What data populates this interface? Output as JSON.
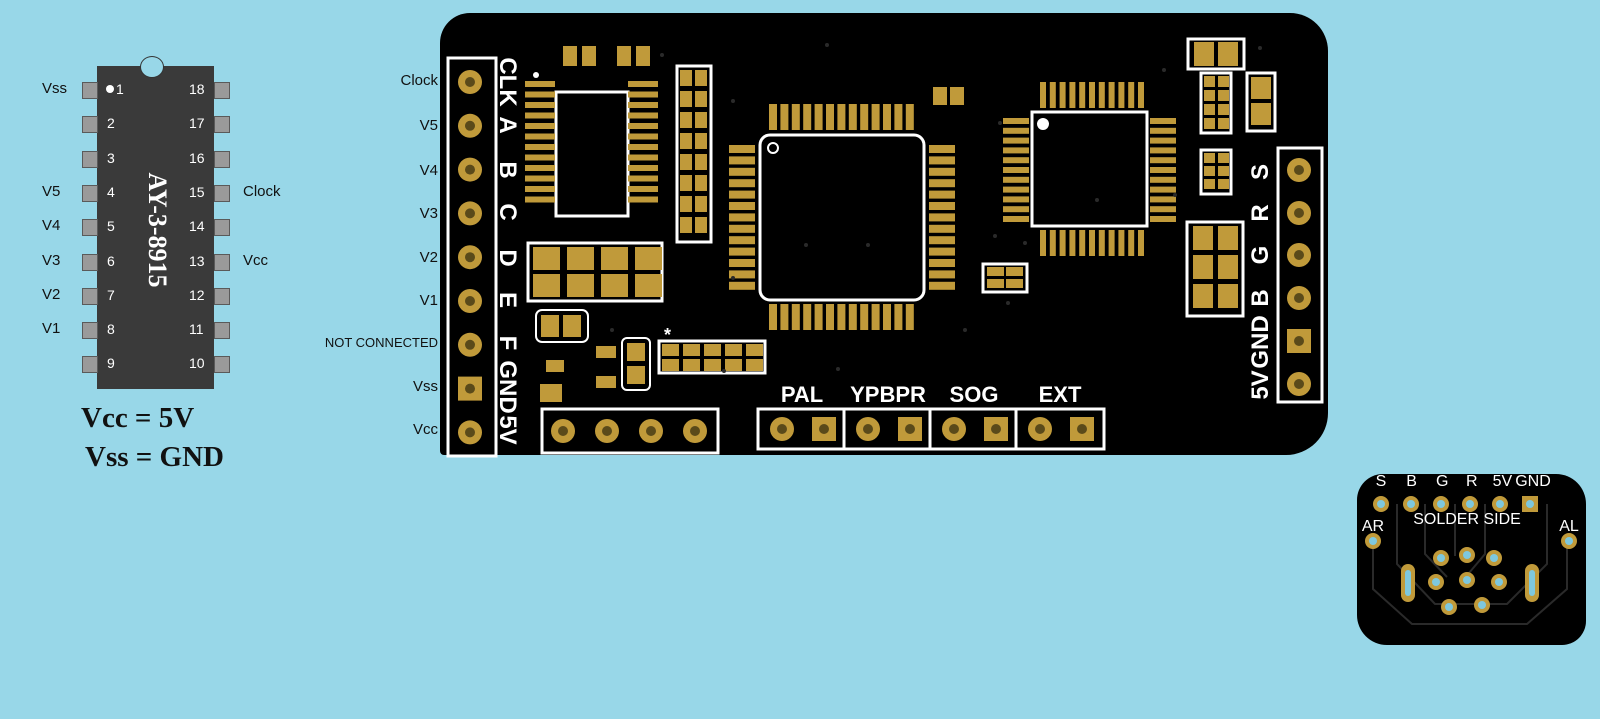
{
  "chip": {
    "name": "AY-3-8915",
    "left_pins": [
      "1",
      "2",
      "3",
      "4",
      "5",
      "6",
      "7",
      "8",
      "9"
    ],
    "right_pins": [
      "18",
      "17",
      "16",
      "15",
      "14",
      "13",
      "12",
      "11",
      "10"
    ],
    "left_labels": [
      {
        "pin": "1",
        "text": "Vss"
      },
      {
        "pin": "4",
        "text": "V5"
      },
      {
        "pin": "5",
        "text": "V4"
      },
      {
        "pin": "6",
        "text": "V3"
      },
      {
        "pin": "7",
        "text": "V2"
      },
      {
        "pin": "8",
        "text": "V1"
      }
    ],
    "right_labels": [
      {
        "pin": "15",
        "text": "Clock"
      },
      {
        "pin": "13",
        "text": "Vcc"
      }
    ]
  },
  "equations": [
    "Vcc = 5V",
    "Vss = GND"
  ],
  "board": {
    "left_connector": {
      "outer_labels": [
        "Clock",
        "V5",
        "V4",
        "V3",
        "V2",
        "V1",
        "NOT CONNECTED",
        "Vss",
        "Vcc"
      ],
      "silk_labels": [
        "CLK",
        "A",
        "B",
        "C",
        "D",
        "E",
        "F",
        "GND",
        "5V"
      ]
    },
    "right_connector": {
      "silk_labels": [
        "S",
        "R",
        "G",
        "B",
        "GND",
        "5V"
      ]
    },
    "bottom_jumpers": [
      "PAL",
      "YPBPR",
      "SOG",
      "EXT"
    ],
    "asterisk": "*"
  },
  "solder_side": {
    "title": "SOLDER SIDE",
    "top_labels": [
      "S",
      "B",
      "G",
      "R",
      "5V",
      "GND"
    ],
    "left_label": "AR",
    "right_label": "AL"
  },
  "colors": {
    "background": "#98d7e8",
    "board": "#000000",
    "pad": "#c09a3a",
    "pad_hole": "#5a4a1a",
    "silkscreen": "#ffffff",
    "chip_body": "#3a3a3a"
  }
}
